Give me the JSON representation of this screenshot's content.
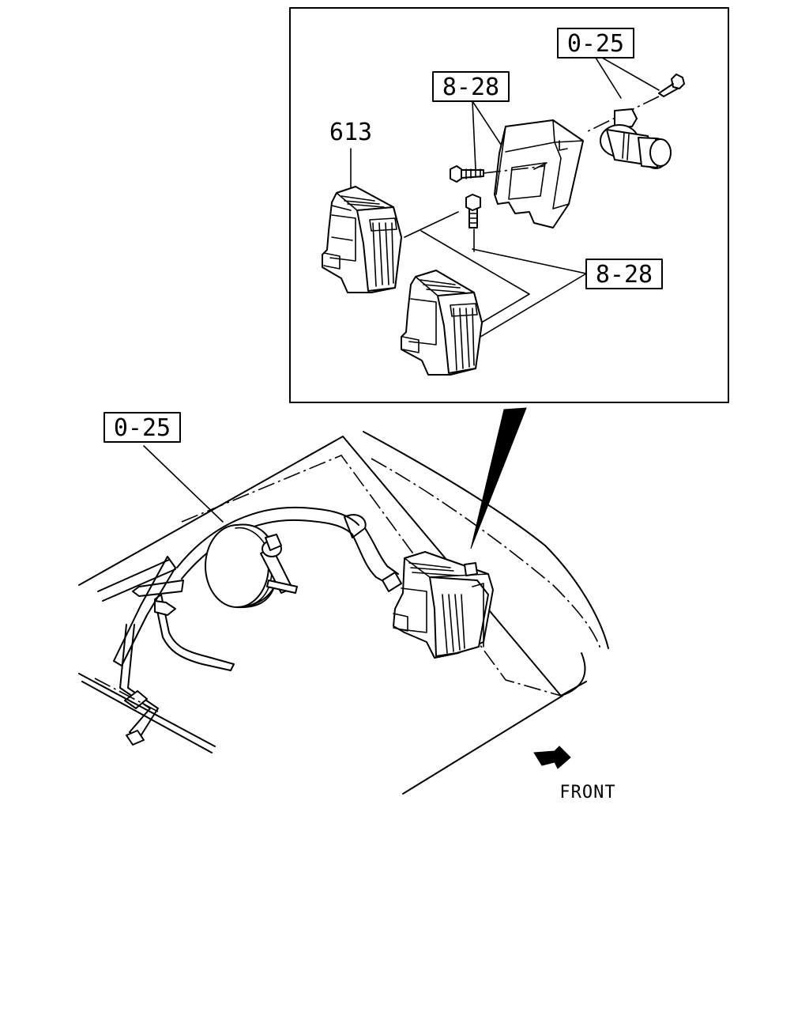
{
  "labels": {
    "ref_top_bracket": "0-25",
    "ref_bolt_upper": "8-28",
    "ref_part_number": "613",
    "ref_bolt_lower": "8-28",
    "ref_harness": "0-25"
  },
  "direction_label": "FRONT",
  "colors": {
    "line": "#000000",
    "background": "#ffffff"
  }
}
